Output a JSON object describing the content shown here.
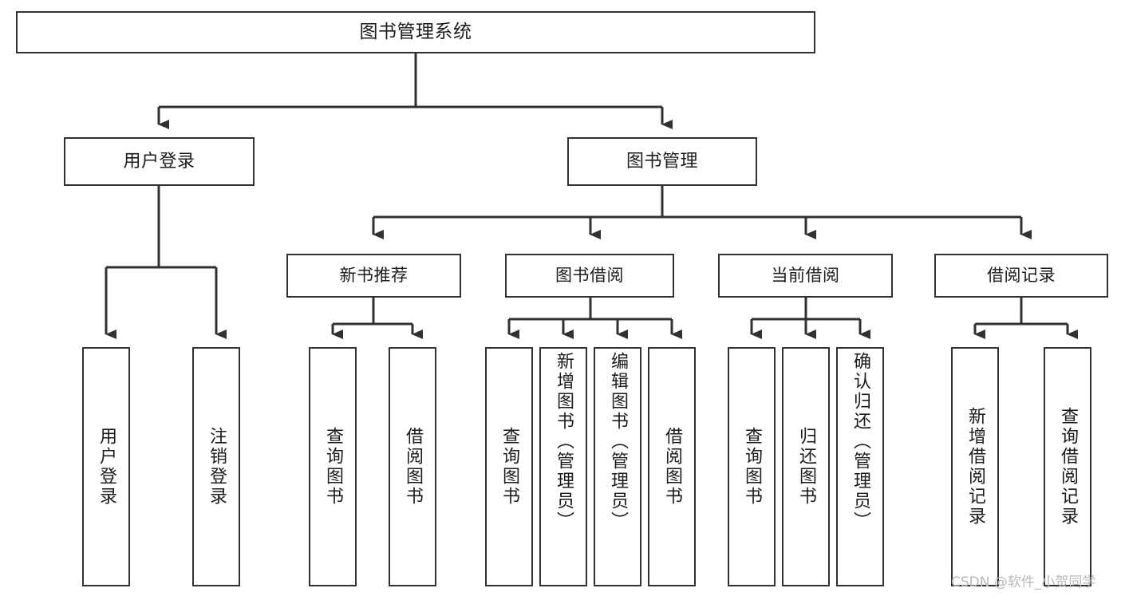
{
  "diagram": {
    "title": "图书管理系统",
    "type": "function-structure-tree",
    "root": {
      "label": "图书管理系统"
    },
    "level2": [
      {
        "label": "用户登录"
      },
      {
        "label": "图书管理"
      }
    ],
    "level3": [
      {
        "label": "新书推荐"
      },
      {
        "label": "图书借阅"
      },
      {
        "label": "当前借阅"
      },
      {
        "label": "借阅记录"
      }
    ],
    "leaves": {
      "user_login": [
        {
          "label": "用户登录"
        },
        {
          "label": "注销登录"
        }
      ],
      "new_book_recommend": [
        {
          "label": "查询图书"
        },
        {
          "label": "借阅图书"
        }
      ],
      "book_borrow": [
        {
          "label": "查询图书"
        },
        {
          "label": "新增图书（管理员）"
        },
        {
          "label": "编辑图书（管理员）"
        },
        {
          "label": "借阅图书"
        }
      ],
      "current_borrow": [
        {
          "label": "查询图书"
        },
        {
          "label": "归还图书"
        },
        {
          "label": "确认归还（管理员）"
        }
      ],
      "borrow_record": [
        {
          "label": "新增借阅记录"
        },
        {
          "label": "查询借阅记录"
        }
      ]
    }
  },
  "watermark": {
    "text": "CSDN @软件_小贺同学"
  },
  "colors": {
    "stroke": "#33312f",
    "text": "#1b1b1b",
    "background": "#ffffff",
    "watermark": "#b9b9b9"
  }
}
